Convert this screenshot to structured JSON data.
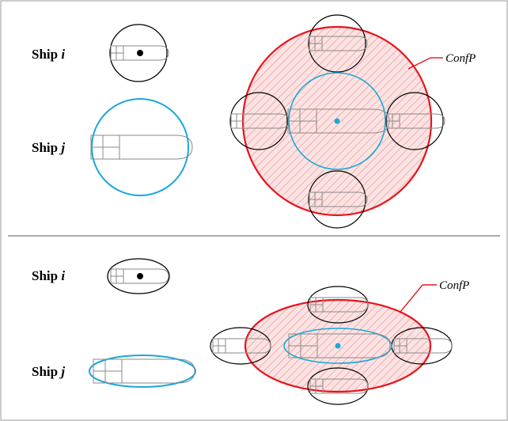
{
  "top_panel": {
    "ship_i_label": "Ship",
    "ship_i_var": "i",
    "ship_j_label": "Ship",
    "ship_j_var": "j",
    "confp_label": "ConfP"
  },
  "bottom_panel": {
    "ship_i_label": "Ship",
    "ship_i_var": "i",
    "ship_j_label": "Ship",
    "ship_j_var": "j",
    "confp_label": "ConfP"
  },
  "colors": {
    "ship_i_domain": "#000000",
    "ship_j_domain": "#1ba8d9",
    "conflict_boundary": "#e8141b",
    "hatch": "#f08a8a",
    "ship_outline": "#8a8a8a"
  }
}
